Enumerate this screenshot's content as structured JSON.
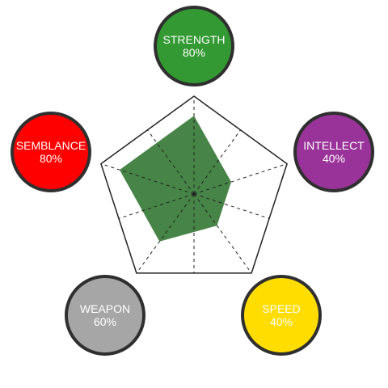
{
  "chart_data": {
    "type": "radar",
    "categories": [
      "STRENGTH",
      "INTELLECT",
      "SPEED",
      "WEAPON",
      "SEMBLANCE"
    ],
    "values": [
      80,
      40,
      40,
      60,
      80
    ],
    "value_labels": [
      "80%",
      "40%",
      "40%",
      "60%",
      "80%"
    ],
    "range": [
      0,
      100
    ],
    "grid": "dashed spokes",
    "series": [
      {
        "values": [
          80,
          40,
          40,
          60,
          80
        ],
        "color": "#3d7d3d"
      }
    ]
  },
  "stats": [
    {
      "name": "STRENGTH",
      "value": "80%",
      "color": "#339933"
    },
    {
      "name": "INTELLECT",
      "value": "40%",
      "color": "#993399"
    },
    {
      "name": "SPEED",
      "value": "40%",
      "color": "#ffdd00"
    },
    {
      "name": "WEAPON",
      "value": "60%",
      "color": "#a6a6a6"
    },
    {
      "name": "SEMBLANCE",
      "value": "80%",
      "color": "#ff0000"
    }
  ],
  "colors": {
    "outline": "#2f2f2f",
    "fill": "#3d7d3d",
    "grid": "#222222"
  }
}
